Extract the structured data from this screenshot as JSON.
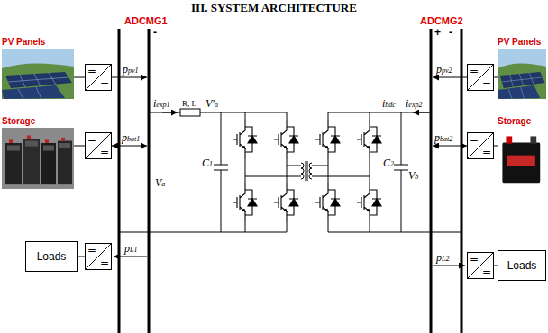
{
  "diagram": {
    "title": "III. SYSTEM ARCHITECTURE",
    "nodes": [
      {
        "text": [
          "PV Panels"
        ]
      },
      {
        "text": [
          "=",
          "="
        ]
      },
      {
        "text": [
          "Storage"
        ]
      },
      {
        "text": [
          "=",
          "="
        ]
      },
      {
        "text": [
          "Loads"
        ]
      },
      {
        "text": [
          "=",
          "="
        ]
      },
      {
        "text": [
          "PV Panels"
        ]
      },
      {
        "text": [
          "=",
          "="
        ]
      },
      {
        "text": [
          "Storage"
        ]
      },
      {
        "text": [
          "=",
          "="
        ]
      },
      {
        "text": [
          "Loads"
        ]
      },
      {
        "text": [
          "=",
          "="
        ]
      }
    ],
    "edges": [
      {
        "from": 0,
        "to": 1,
        "arrow": "none"
      },
      {
        "from": 2,
        "to": 3,
        "arrow": "none"
      },
      {
        "from": 4,
        "to": 5,
        "arrow": "none"
      },
      {
        "from": 7,
        "to": 6,
        "arrow": "none"
      },
      {
        "from": 9,
        "to": 8,
        "arrow": "none"
      },
      {
        "from": 11,
        "to": 10,
        "arrow": "none"
      }
    ],
    "labels": [
      "ADCMG1",
      "-",
      "ADCMG2",
      "+",
      "-",
      "ppv1",
      "pbat1",
      "pL1",
      "iexp1",
      "R, L",
      "V'a",
      "Va",
      "C1",
      "ibdc",
      "iexp2",
      "C2",
      "Vb",
      "ppv2",
      "pbat2",
      "pL2"
    ]
  }
}
